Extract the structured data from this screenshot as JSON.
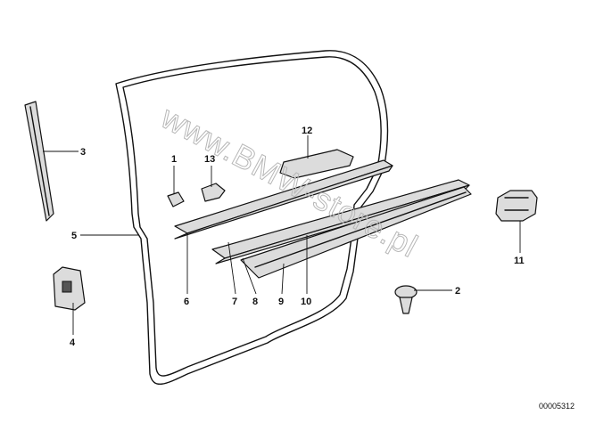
{
  "callouts": {
    "c1": "1",
    "c2": "2",
    "c3": "3",
    "c4": "4",
    "c5": "5",
    "c6": "6",
    "c7": "7",
    "c8": "8",
    "c9": "9",
    "c10": "10",
    "c11": "11",
    "c12": "12",
    "c13": "13"
  },
  "watermark": "www.BMW-store.pl",
  "document_number": "00005312"
}
